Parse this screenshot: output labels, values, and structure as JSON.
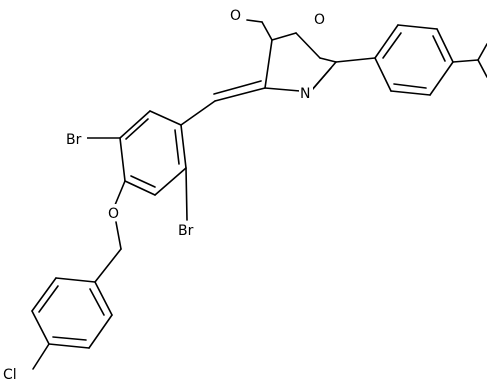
{
  "figure": {
    "atom_labels": {
      "o_carbonyl": "O",
      "o_ring": "O",
      "n_ring": "N",
      "br_upper": "Br",
      "br_lower": "Br",
      "o_ether": "O",
      "cl": "Cl"
    }
  }
}
